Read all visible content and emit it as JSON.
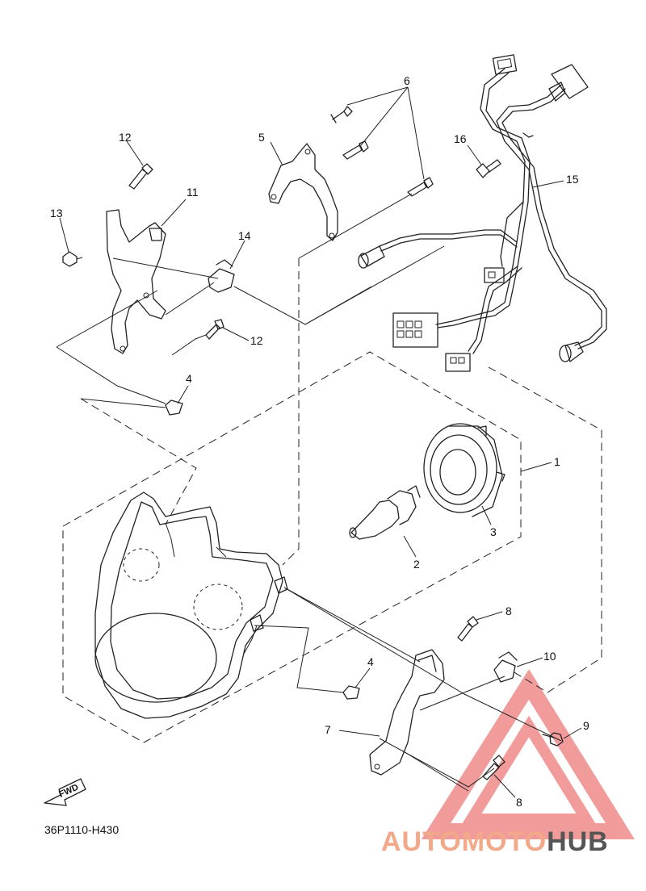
{
  "diagram": {
    "code": "36P1110-H430",
    "fwd_label": "FWD",
    "callouts": [
      {
        "id": "c1",
        "label": "1"
      },
      {
        "id": "c2",
        "label": "2"
      },
      {
        "id": "c3",
        "label": "3"
      },
      {
        "id": "c4a",
        "label": "4"
      },
      {
        "id": "c4b",
        "label": "4"
      },
      {
        "id": "c5",
        "label": "5"
      },
      {
        "id": "c6",
        "label": "6"
      },
      {
        "id": "c7",
        "label": "7"
      },
      {
        "id": "c8a",
        "label": "8"
      },
      {
        "id": "c8b",
        "label": "8"
      },
      {
        "id": "c9",
        "label": "9"
      },
      {
        "id": "c10",
        "label": "10"
      },
      {
        "id": "c11",
        "label": "11"
      },
      {
        "id": "c12a",
        "label": "12"
      },
      {
        "id": "c12b",
        "label": "12"
      },
      {
        "id": "c13",
        "label": "13"
      },
      {
        "id": "c14",
        "label": "14"
      },
      {
        "id": "c15",
        "label": "15"
      },
      {
        "id": "c16",
        "label": "16"
      }
    ]
  },
  "watermark": {
    "part1": "AUTOMOTO",
    "part2": "HUB",
    "color1": "#f2a98a",
    "color2": "#555555",
    "triangle_color": "#e84b4b"
  }
}
